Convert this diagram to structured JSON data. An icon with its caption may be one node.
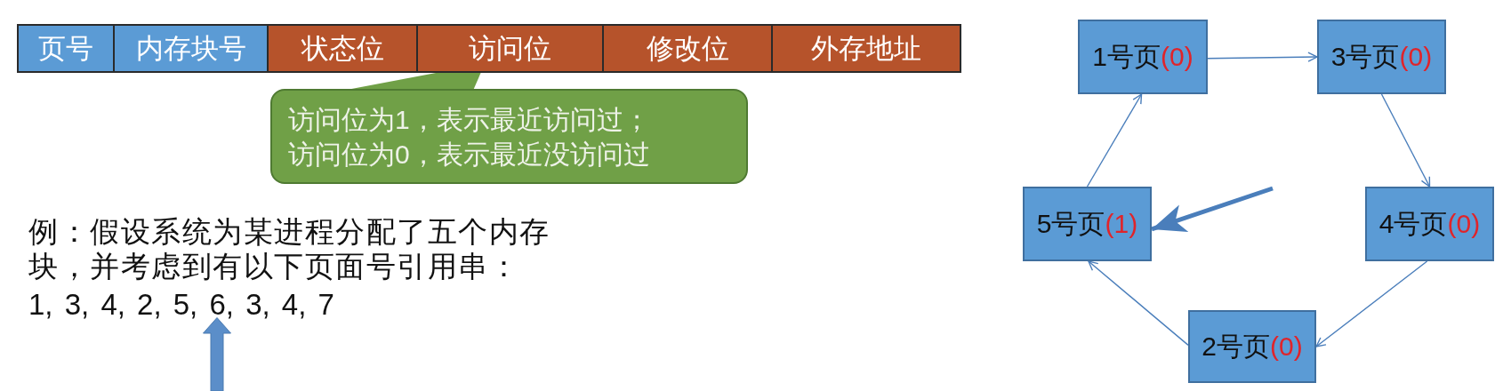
{
  "diagram": {
    "nodes": [
      {
        "text": [
          "页号"
        ]
      },
      {
        "text": [
          "内存块号"
        ]
      },
      {
        "text": [
          "状态位"
        ]
      },
      {
        "text": [
          "访问位"
        ]
      },
      {
        "text": [
          "修改位"
        ]
      },
      {
        "text": [
          "外存地址"
        ]
      },
      {
        "text": [
          "访问位为1，表示最近访问过；",
          "访问位为0，表示最近没访问过"
        ]
      },
      {
        "text": [
          "1号页",
          "(0)"
        ]
      },
      {
        "text": [
          "3号页",
          "(0)"
        ]
      },
      {
        "text": [
          "5号页",
          "(1)"
        ]
      },
      {
        "text": [
          "4号页",
          "(0)"
        ]
      },
      {
        "text": [
          "2号页",
          "(0)"
        ]
      }
    ],
    "edges": [
      {
        "from": 7,
        "to": 8,
        "arrow": "to"
      },
      {
        "from": 8,
        "to": 10,
        "arrow": "to"
      },
      {
        "from": 10,
        "to": 11,
        "arrow": "to"
      },
      {
        "from": 11,
        "to": 9,
        "arrow": "to"
      },
      {
        "from": 9,
        "to": 7,
        "arrow": "to"
      },
      {
        "from": null,
        "to": 9,
        "arrow": "to",
        "style": "thick"
      },
      {
        "from": 6,
        "to": 3,
        "arrow": "none",
        "color": "#70a047"
      }
    ],
    "labels": [
      "例：假设系统为某进程分配了五个内存块，并考虑到有以下页面号引用串：",
      "1, 3, 4, 2, 5, 6, 3, 4, 7"
    ]
  }
}
